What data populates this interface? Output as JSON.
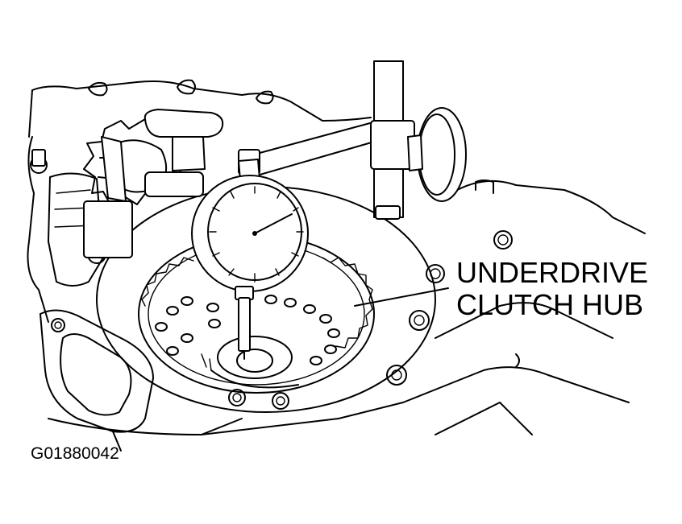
{
  "callout": {
    "line1": "UNDERDRIVE",
    "line2": "CLUTCH HUB"
  },
  "figure_id": "G01880042",
  "colors": {
    "ink": "#000000",
    "paper": "#ffffff"
  }
}
